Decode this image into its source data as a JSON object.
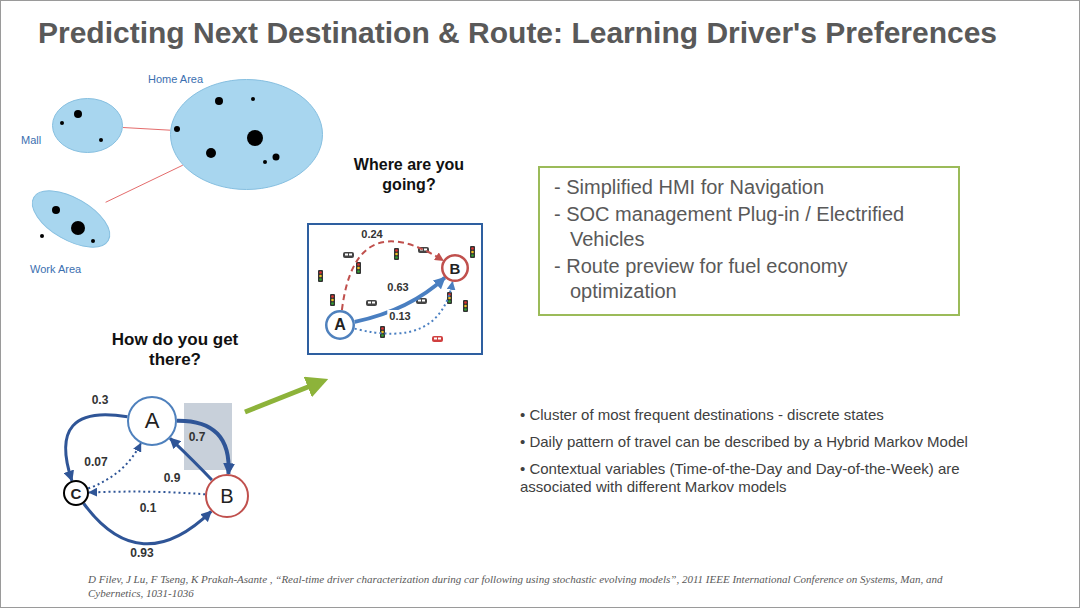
{
  "diagram": {
    "title": "Predicting Next Destination & Route: Learning Driver's Preferences",
    "caption": "D Filev, J Lu, F Tseng, K Prakah-Asante , “Real-time driver characterization during car following using stochastic evolving models”, 2011 IEEE International Conference on Systems, Man, and Cybernetics, 1031-1036",
    "nodes": [
      {
        "text": [
          "Home Area"
        ]
      },
      {
        "text": [
          "Mall"
        ]
      },
      {
        "text": [
          "Work Area"
        ]
      },
      {
        "text": [
          "Where are you going?"
        ]
      },
      {
        "text": [
          "A"
        ],
        "in": 3
      },
      {
        "text": [
          "B"
        ],
        "in": 3
      },
      {
        "text": [
          "- Simplified HMI for Navigation",
          "- SOC management Plug-in / Electrified Vehicles",
          "- Route preview for fuel economy optimization"
        ]
      },
      {
        "text": [
          "A"
        ]
      },
      {
        "text": [
          "C"
        ]
      },
      {
        "text": [
          "B"
        ]
      }
    ],
    "edges": [
      {
        "from": 1,
        "to": 0,
        "arrow": "none"
      },
      {
        "from": 2,
        "to": 0,
        "arrow": "none"
      },
      {
        "from": 4,
        "to": 5,
        "label": "0.24",
        "arrow": "to"
      },
      {
        "from": 4,
        "to": 5,
        "label": "0.63",
        "arrow": "to"
      },
      {
        "from": 4,
        "to": 5,
        "label": "0.13",
        "arrow": "to"
      },
      {
        "from": 7,
        "to": 8,
        "label": "0.3",
        "arrow": "to"
      },
      {
        "from": 8,
        "to": 7,
        "label": "0.07",
        "arrow": "to"
      },
      {
        "from": 7,
        "to": 9,
        "label": "0.7",
        "arrow": "to"
      },
      {
        "from": 9,
        "to": 7,
        "label": "0.9",
        "arrow": "to"
      },
      {
        "from": 9,
        "to": 8,
        "label": "0.1",
        "arrow": "to"
      },
      {
        "from": 8,
        "to": 9,
        "label": "0.93",
        "arrow": "to"
      }
    ],
    "labels": [
      "How do you get there?",
      "• Cluster of most frequent destinations - discrete states",
      "• Daily pattern of travel can be described by a Hybrid Markov Model",
      "• Contextual variables (Time-of-the-Day and Day-of-the-Week) are associated with different Markov models"
    ]
  }
}
